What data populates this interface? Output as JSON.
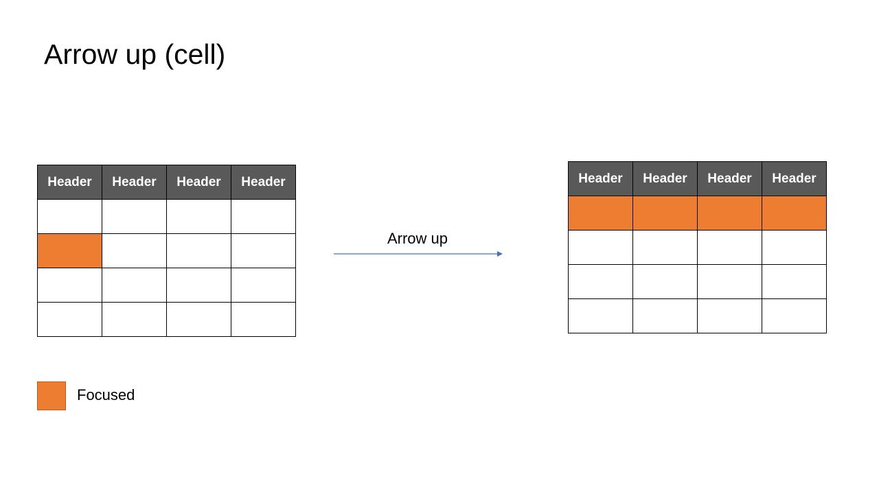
{
  "title": "Arrow up (cell)",
  "colors": {
    "header_bg": "#595959",
    "header_text": "#ffffff",
    "focused": "#ed7d31",
    "arrow": "#4472c4",
    "border": "#000000"
  },
  "before_table": {
    "headers": [
      "Header",
      "Header",
      "Header",
      "Header"
    ],
    "rows": [
      [
        "",
        "",
        "",
        ""
      ],
      [
        "",
        "",
        "",
        ""
      ],
      [
        "",
        "",
        "",
        ""
      ],
      [
        "",
        "",
        "",
        ""
      ]
    ],
    "focused_cells": [
      [
        1,
        0
      ]
    ]
  },
  "transition": {
    "label": "Arrow up"
  },
  "after_table": {
    "headers": [
      "Header",
      "Header",
      "Header",
      "Header"
    ],
    "rows": [
      [
        "",
        "",
        "",
        ""
      ],
      [
        "",
        "",
        "",
        ""
      ],
      [
        "",
        "",
        "",
        ""
      ],
      [
        "",
        "",
        "",
        ""
      ]
    ],
    "focused_cells": [
      [
        0,
        0
      ],
      [
        0,
        1
      ],
      [
        0,
        2
      ],
      [
        0,
        3
      ]
    ]
  },
  "legend": {
    "items": [
      {
        "label": "Focused",
        "color": "#ed7d31"
      }
    ]
  }
}
